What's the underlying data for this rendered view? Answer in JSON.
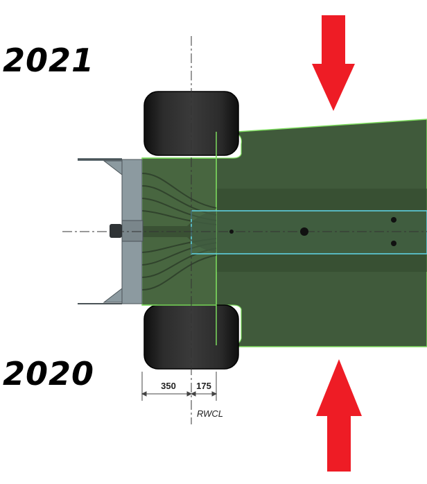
{
  "labels": {
    "year_top": "2021",
    "year_bottom": "2020"
  },
  "dimensions": {
    "dim_left": "350",
    "dim_right": "175",
    "centerline": "RWCL"
  },
  "colors": {
    "floor_fill": "#3f5a3a",
    "floor_outline": "#7ddc5e",
    "tyre": "#1f1f1f",
    "diffuser_plate": "#8c9aa0",
    "plank_outline": "#5fd0e0",
    "arrow": "#ee1c25"
  },
  "icons": {
    "top_arrow": "arrow-down-icon",
    "bottom_arrow": "arrow-up-icon"
  }
}
